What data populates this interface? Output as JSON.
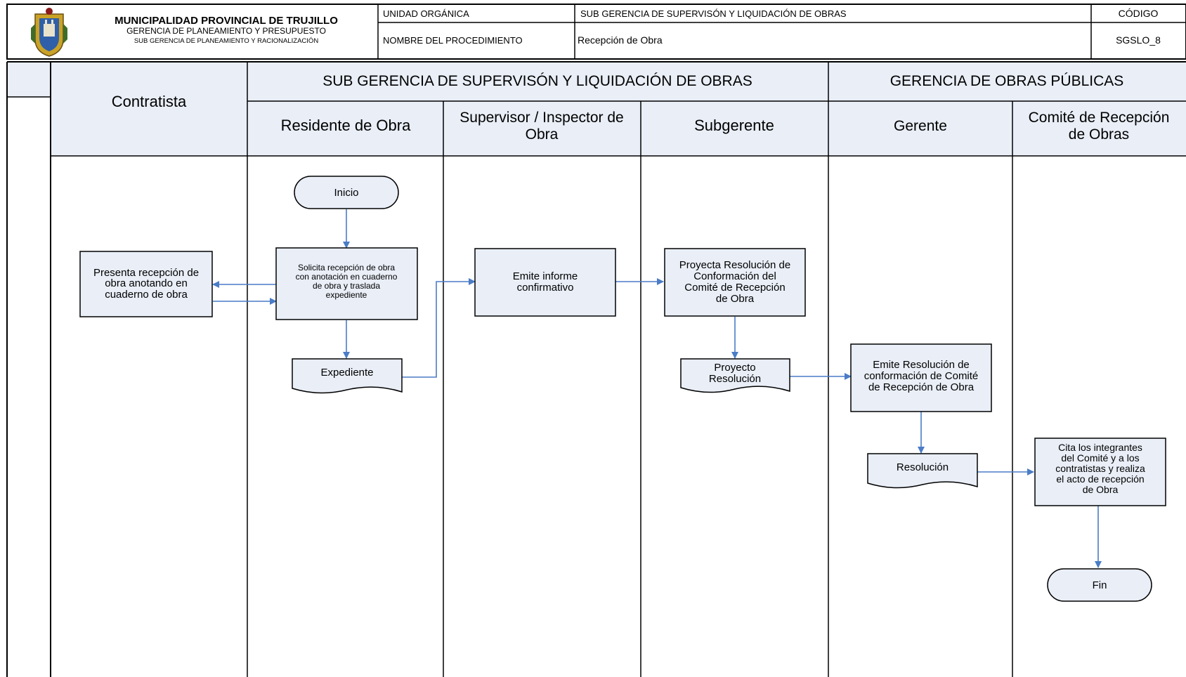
{
  "header": {
    "org_name": "MUNICIPALIDAD PROVINCIAL DE TRUJILLO",
    "dept1": "GERENCIA DE PLANEAMIENTO Y PRESUPUESTO",
    "dept2": "SUB GERENCIA DE PLANEAMIENTO Y RACIONALIZACIÓN",
    "unidad_label": "UNIDAD ORGÁNICA",
    "unidad_value": "SUB GERENCIA DE SUPERVISÓN Y LIQUIDACIÓN DE OBRAS",
    "codigo_label": "CÓDIGO",
    "procedimiento_label": "NOMBRE DEL PROCEDIMIENTO",
    "procedimiento_value": "Recepción de Obra",
    "codigo_value": "SGSLO_8"
  },
  "groups": {
    "supervision": "SUB GERENCIA DE SUPERVISÓN Y LIQUIDACIÓN DE OBRAS",
    "obras_publicas": "GERENCIA DE OBRAS PÚBLICAS"
  },
  "lanes": {
    "contratista": "Contratista",
    "residente": "Residente de Obra",
    "supervisor_l1": "Supervisor / Inspector de",
    "supervisor_l2": "Obra",
    "subgerente": "Subgerente",
    "gerente": "Gerente",
    "comite_l1": "Comité de Recepción",
    "comite_l2": "de Obras"
  },
  "nodes": {
    "inicio": "Inicio",
    "presenta": [
      "Presenta recepción de",
      "obra anotando en",
      "cuaderno de obra"
    ],
    "solicita": [
      "Solicita recepción de obra",
      "con anotación en cuaderno",
      "de obra y traslada",
      "expediente"
    ],
    "expediente": "Expediente",
    "emite_informe": [
      "Emite informe",
      "confirmativo"
    ],
    "proyecta": [
      "Proyecta Resolución de",
      "Conformación del",
      "Comité de Recepción",
      "de Obra"
    ],
    "proyecto_resolucion": [
      "Proyecto",
      "Resolución"
    ],
    "emite_resolucion": [
      "Emite Resolución de",
      "conformación de Comité",
      "de Recepción de Obra"
    ],
    "resolucion": "Resolución",
    "cita": [
      "Cita los integrantes",
      "del Comité y a los",
      "contratistas y realiza",
      "el acto de recepción",
      "de Obra"
    ],
    "fin": "Fin"
  },
  "colors": {
    "header_fill": "#e9eef7",
    "node_fill": "#e9eef7",
    "line": "#000000",
    "arrow": "#4a7cc7"
  }
}
